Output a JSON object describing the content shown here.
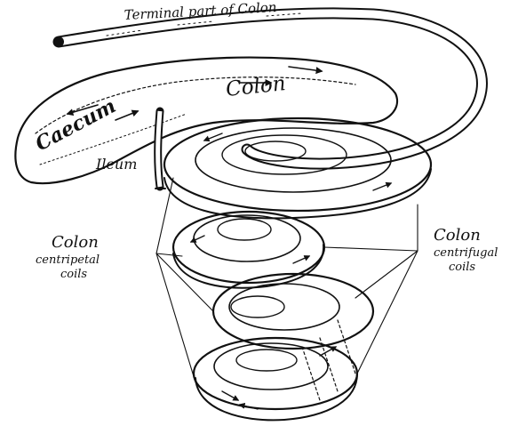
{
  "labels": {
    "terminal": "Terminal part of Colon",
    "colon_top": "Colon",
    "caecum": "Caecum",
    "ileum": "Ileum",
    "colon_left": "Colon",
    "centripetal_1": "centripetal",
    "centripetal_2": "coils",
    "colon_right": "Colon",
    "centrifugal_1": "centrifugal",
    "centrifugal_2": "coils"
  },
  "colors": {
    "ink": "#111111",
    "paper": "#ffffff"
  }
}
